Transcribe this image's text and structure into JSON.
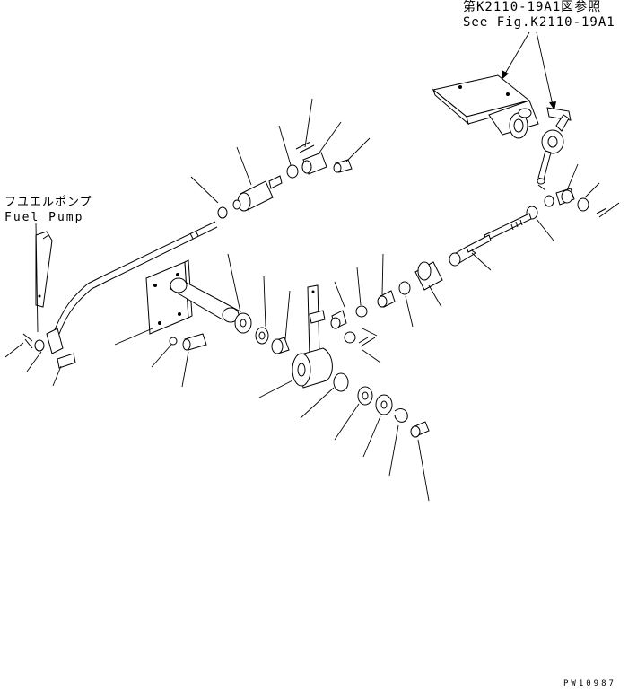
{
  "reference": {
    "japanese": "第K2110-19A1図参照",
    "english": "See Fig.K2110-19A1"
  },
  "fuel_pump_label": {
    "japanese": "フユエルポンプ",
    "english": "Fuel Pump"
  },
  "drawing_code": "PW10987"
}
